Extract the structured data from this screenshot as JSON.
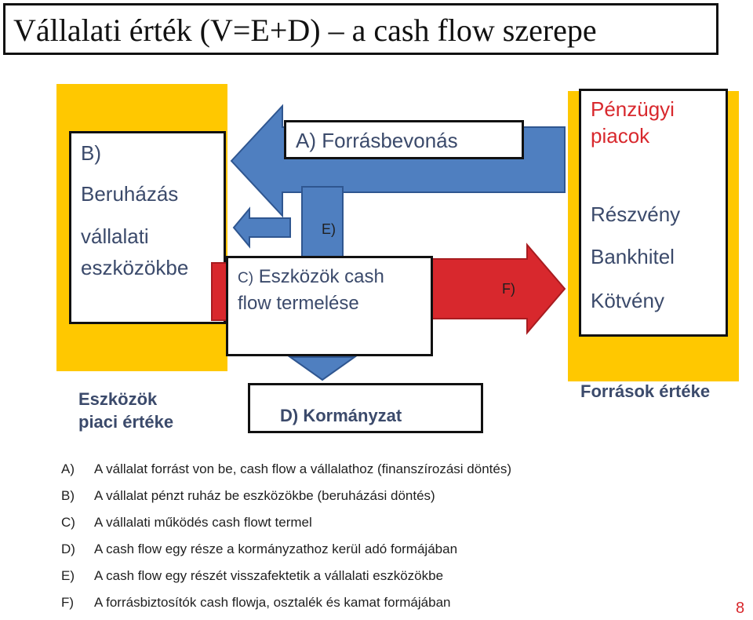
{
  "title": "Vállalati érték (V=E+D) – a cash flow szerepe",
  "left_box": {
    "letter": "B)",
    "line1": "Beruházás",
    "line2": "vállalati",
    "line3": "eszközökbe"
  },
  "left_caption": {
    "line1": "Eszközök",
    "line2": "piaci értéke"
  },
  "top_box": "A) Forrásbevonás",
  "center_box": {
    "prefix": "C)",
    "line1": "Eszközök cash",
    "line2": "flow termelése"
  },
  "arrow_e": "E)",
  "arrow_f": "F)",
  "bottom_box": "D) Kormányzat",
  "right_box": {
    "title_line1": "Pénzügyi",
    "title_line2": "piacok",
    "item1": "Részvény",
    "item2": "Bankhitel",
    "item3": "Kötvény"
  },
  "right_caption": "Források értéke",
  "legend": [
    {
      "key": "A)",
      "text": "A vállalat forrást von be, cash flow a vállalathoz (finanszírozási döntés)"
    },
    {
      "key": "B)",
      "text": "A vállalat pénzt ruház be eszközökbe (beruházási döntés)"
    },
    {
      "key": "C)",
      "text": "A vállalati működés cash flowt termel"
    },
    {
      "key": "D)",
      "text": "A cash flow egy része a kormányzathoz kerül adó formájában"
    },
    {
      "key": "E)",
      "text": "A cash flow egy részét visszafektetik a vállalati eszközökbe"
    },
    {
      "key": "F)",
      "text": "A forrásbiztosítók cash flowja, osztalék és kamat formájában"
    }
  ],
  "page_number": "8",
  "colors": {
    "yellow": "#ffc800",
    "arrow_blue": "#4f7fc0",
    "arrow_red": "#d8282d",
    "label_text": "#3b4a6b",
    "market_title": "#d8282d"
  }
}
